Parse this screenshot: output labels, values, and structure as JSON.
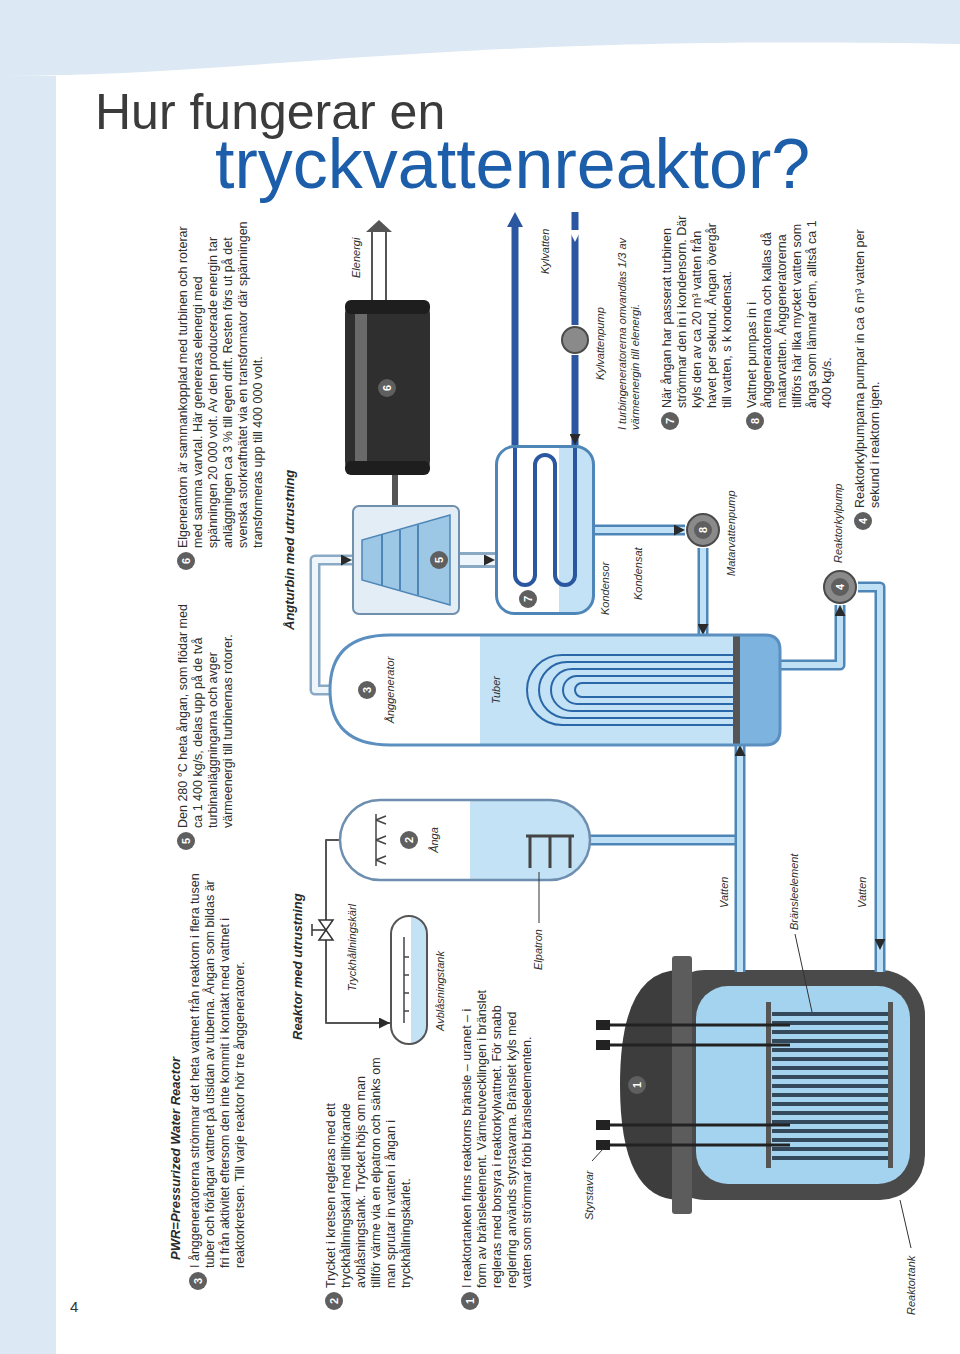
{
  "diagram": {
    "title": "Hur fungerar en tryckvattenreaktor?",
    "nodes": [
      {
        "text": [
          "1"
        ]
      },
      {
        "text": [
          "Tryckhållningskärl",
          "2",
          "Ånga"
        ]
      },
      {
        "text": [
          "Avblåsningstank"
        ]
      },
      {
        "text": [
          "3",
          "Ånggenerator",
          "Tuber"
        ]
      },
      {
        "text": [
          "4",
          "Reaktorkylpump"
        ]
      },
      {
        "text": [
          "5"
        ]
      },
      {
        "text": [
          "6"
        ]
      },
      {
        "text": [
          "7",
          "Kondensor"
        ]
      },
      {
        "text": [
          "8",
          "Matarvattenpump"
        ]
      },
      {
        "text": [
          "Kylvattenpump"
        ]
      }
    ],
    "edges": [
      {
        "from": 0,
        "to": 3,
        "arrow": "to",
        "label": "Vatten"
      },
      {
        "from": 3,
        "to": 4,
        "arrow": "to"
      },
      {
        "from": 4,
        "to": 0,
        "arrow": "to",
        "label": "Vatten"
      },
      {
        "from": 1,
        "to": 2,
        "arrow": "to"
      },
      {
        "from": 3,
        "to": 5,
        "arrow": "to"
      },
      {
        "from": 5,
        "to": 6,
        "arrow": "none"
      },
      {
        "from": 5,
        "to": 7,
        "arrow": "to"
      },
      {
        "from": 7,
        "to": 8,
        "arrow": "to",
        "label": "Kondensat"
      },
      {
        "from": 8,
        "to": 3,
        "arrow": "to"
      },
      {
        "from": 9,
        "to": 7,
        "arrow": "to"
      }
    ],
    "labels": [
      "4",
      "PWR=Pressurized Water Reactor",
      "3",
      "I ånggeneratorerna strömmar det heta vattnet från reaktorn i flera tusen tuber och förångar vattnet på utsidan av tuberna. Ångan som bildas är fri från aktivitet eftersom den inte kommit i kontakt med vattnet i reaktorkretsen. Till varje reaktor hör tre ånggeneratorer.",
      "2",
      "Trycket i kretsen regleras med ett tryckhållningskärl med tillhörande avblåsningstank. Trycket höjs om man tillför värme via en elpatron och sänks om man sprutar in vatten i ångan i tryckhållningskärlet.",
      "1",
      "I reaktortanken finns reaktorns bränsle – uranet – i form av bränsleelement. Värmeutvecklingen i bränslet regleras med borsyra i reaktorkylvattnet. För snabb reglering används styrstavarna. Bränslet kyls med vatten som strömmar förbi bränsleelementen.",
      "Reaktor med utrustning",
      "5",
      "Den 280 °C heta ångan, som flödar med ca 1 400 kg/s, delas upp på de två turbinanläggningarna och avger värmeenergi till turbinernas rotorer.",
      "Ångturbin med utrustning",
      "6",
      "Elgeneratorn är sammankopplad med turbinen och roterar med samma varvtal. Här genereras elenergi med spänningen 20 000 volt. Av den producerade energin tar anläggningen ca 3 % till egen drift. Resten förs ut på det svenska storkraftnätet via en transformator där spänningen transformeras upp till 400 000 volt.",
      "Reaktortank",
      "Styrstavar",
      "Bränsleelement",
      "Elpatron",
      "I turbingeneratorerna omvandlas 1/3 av värmeenergin till elenergi.",
      "Kylvatten",
      "Elenergi",
      "7",
      "När ångan har passerat turbinen strömmar den in i kondensorn. Där kyls den av ca 20 m³ vatten från havet per sekund. Ångan övergår till vatten, s k kondensat.",
      "8",
      "Vattnet pumpas in i ånggeneratorerna och kallas då matarvatten. Ånggeneratorerna tillförs här lika mycket vatten som ånga som lämnar dem, alltså ca 1 400 kg/s.",
      "4",
      "Reaktorkylpumparna pumpar in ca 6 m³ vatten per sekund i reaktorn igen."
    ]
  }
}
